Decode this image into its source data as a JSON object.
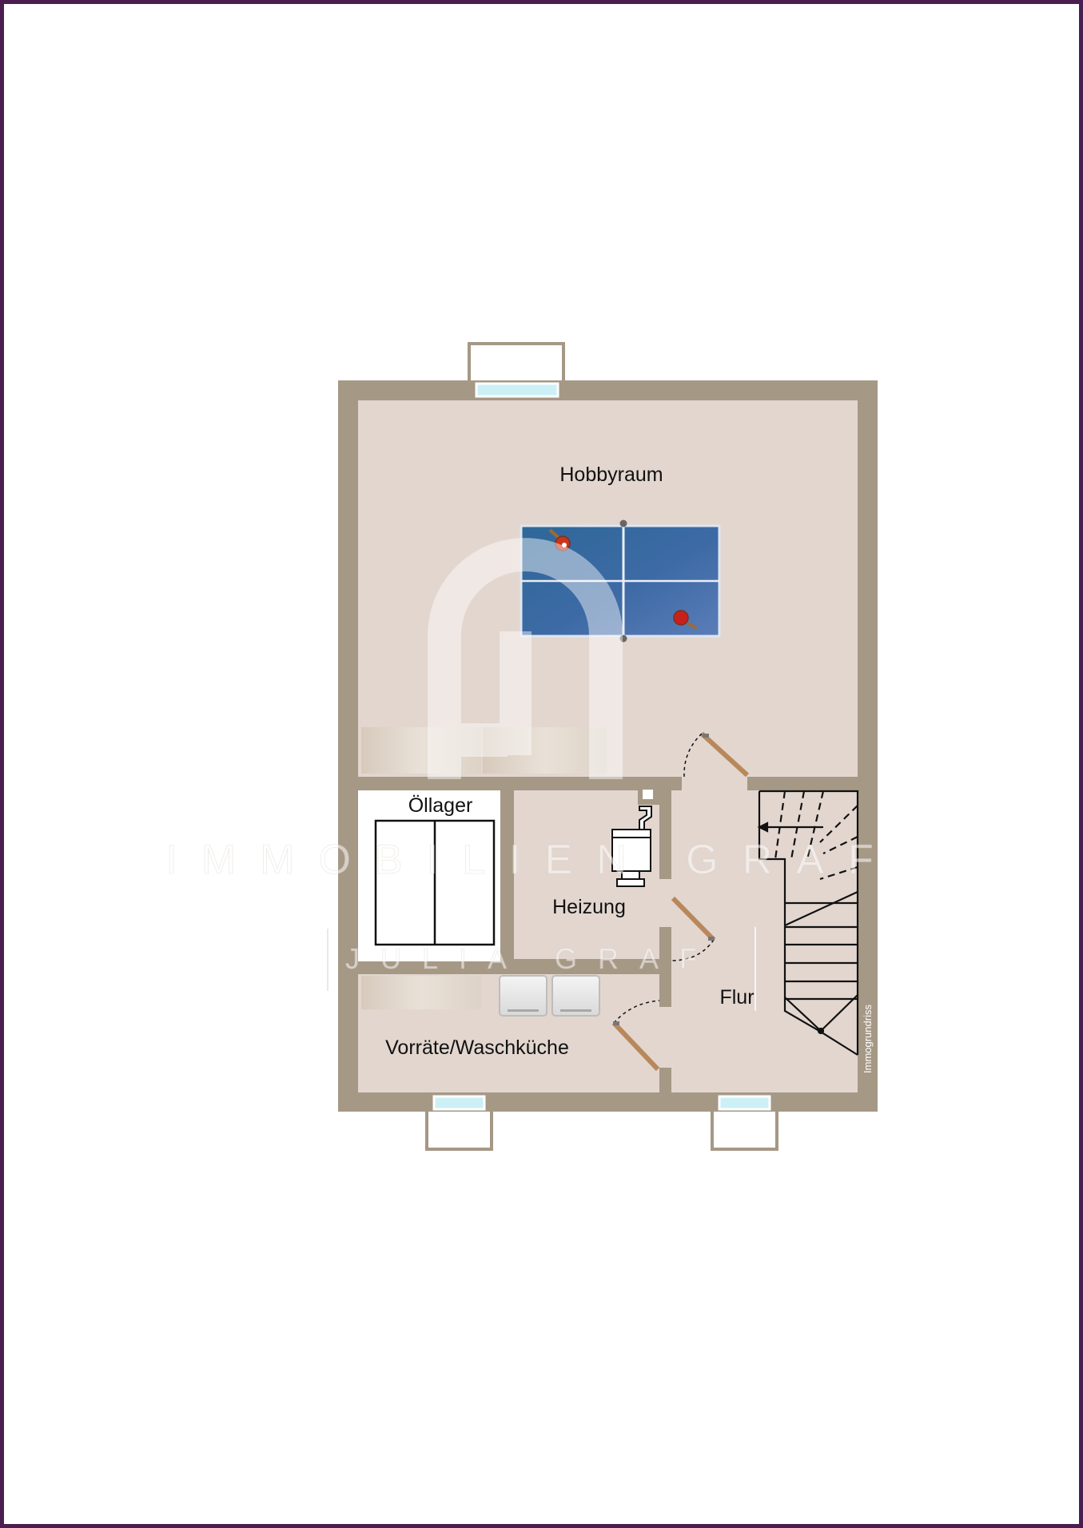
{
  "rooms": {
    "hobby": "Hobbyraum",
    "oil": "Öllager",
    "heating": "Heizung",
    "hall": "Flur",
    "storage": "Vorräte/Waschküche"
  },
  "watermark": {
    "line1": "IMMOBILIEN GRAF",
    "line2": "JULIA GRAF"
  },
  "credit": "Immogrundriss",
  "colors": {
    "frame": "#4a1f4f",
    "wall": "#a59885",
    "floor": "#e2d6cf",
    "oil_floor": "#ffffff",
    "table": "#3f6fa8",
    "window_glass": "#cdf0f7",
    "door_leaf": "#b8875a"
  }
}
